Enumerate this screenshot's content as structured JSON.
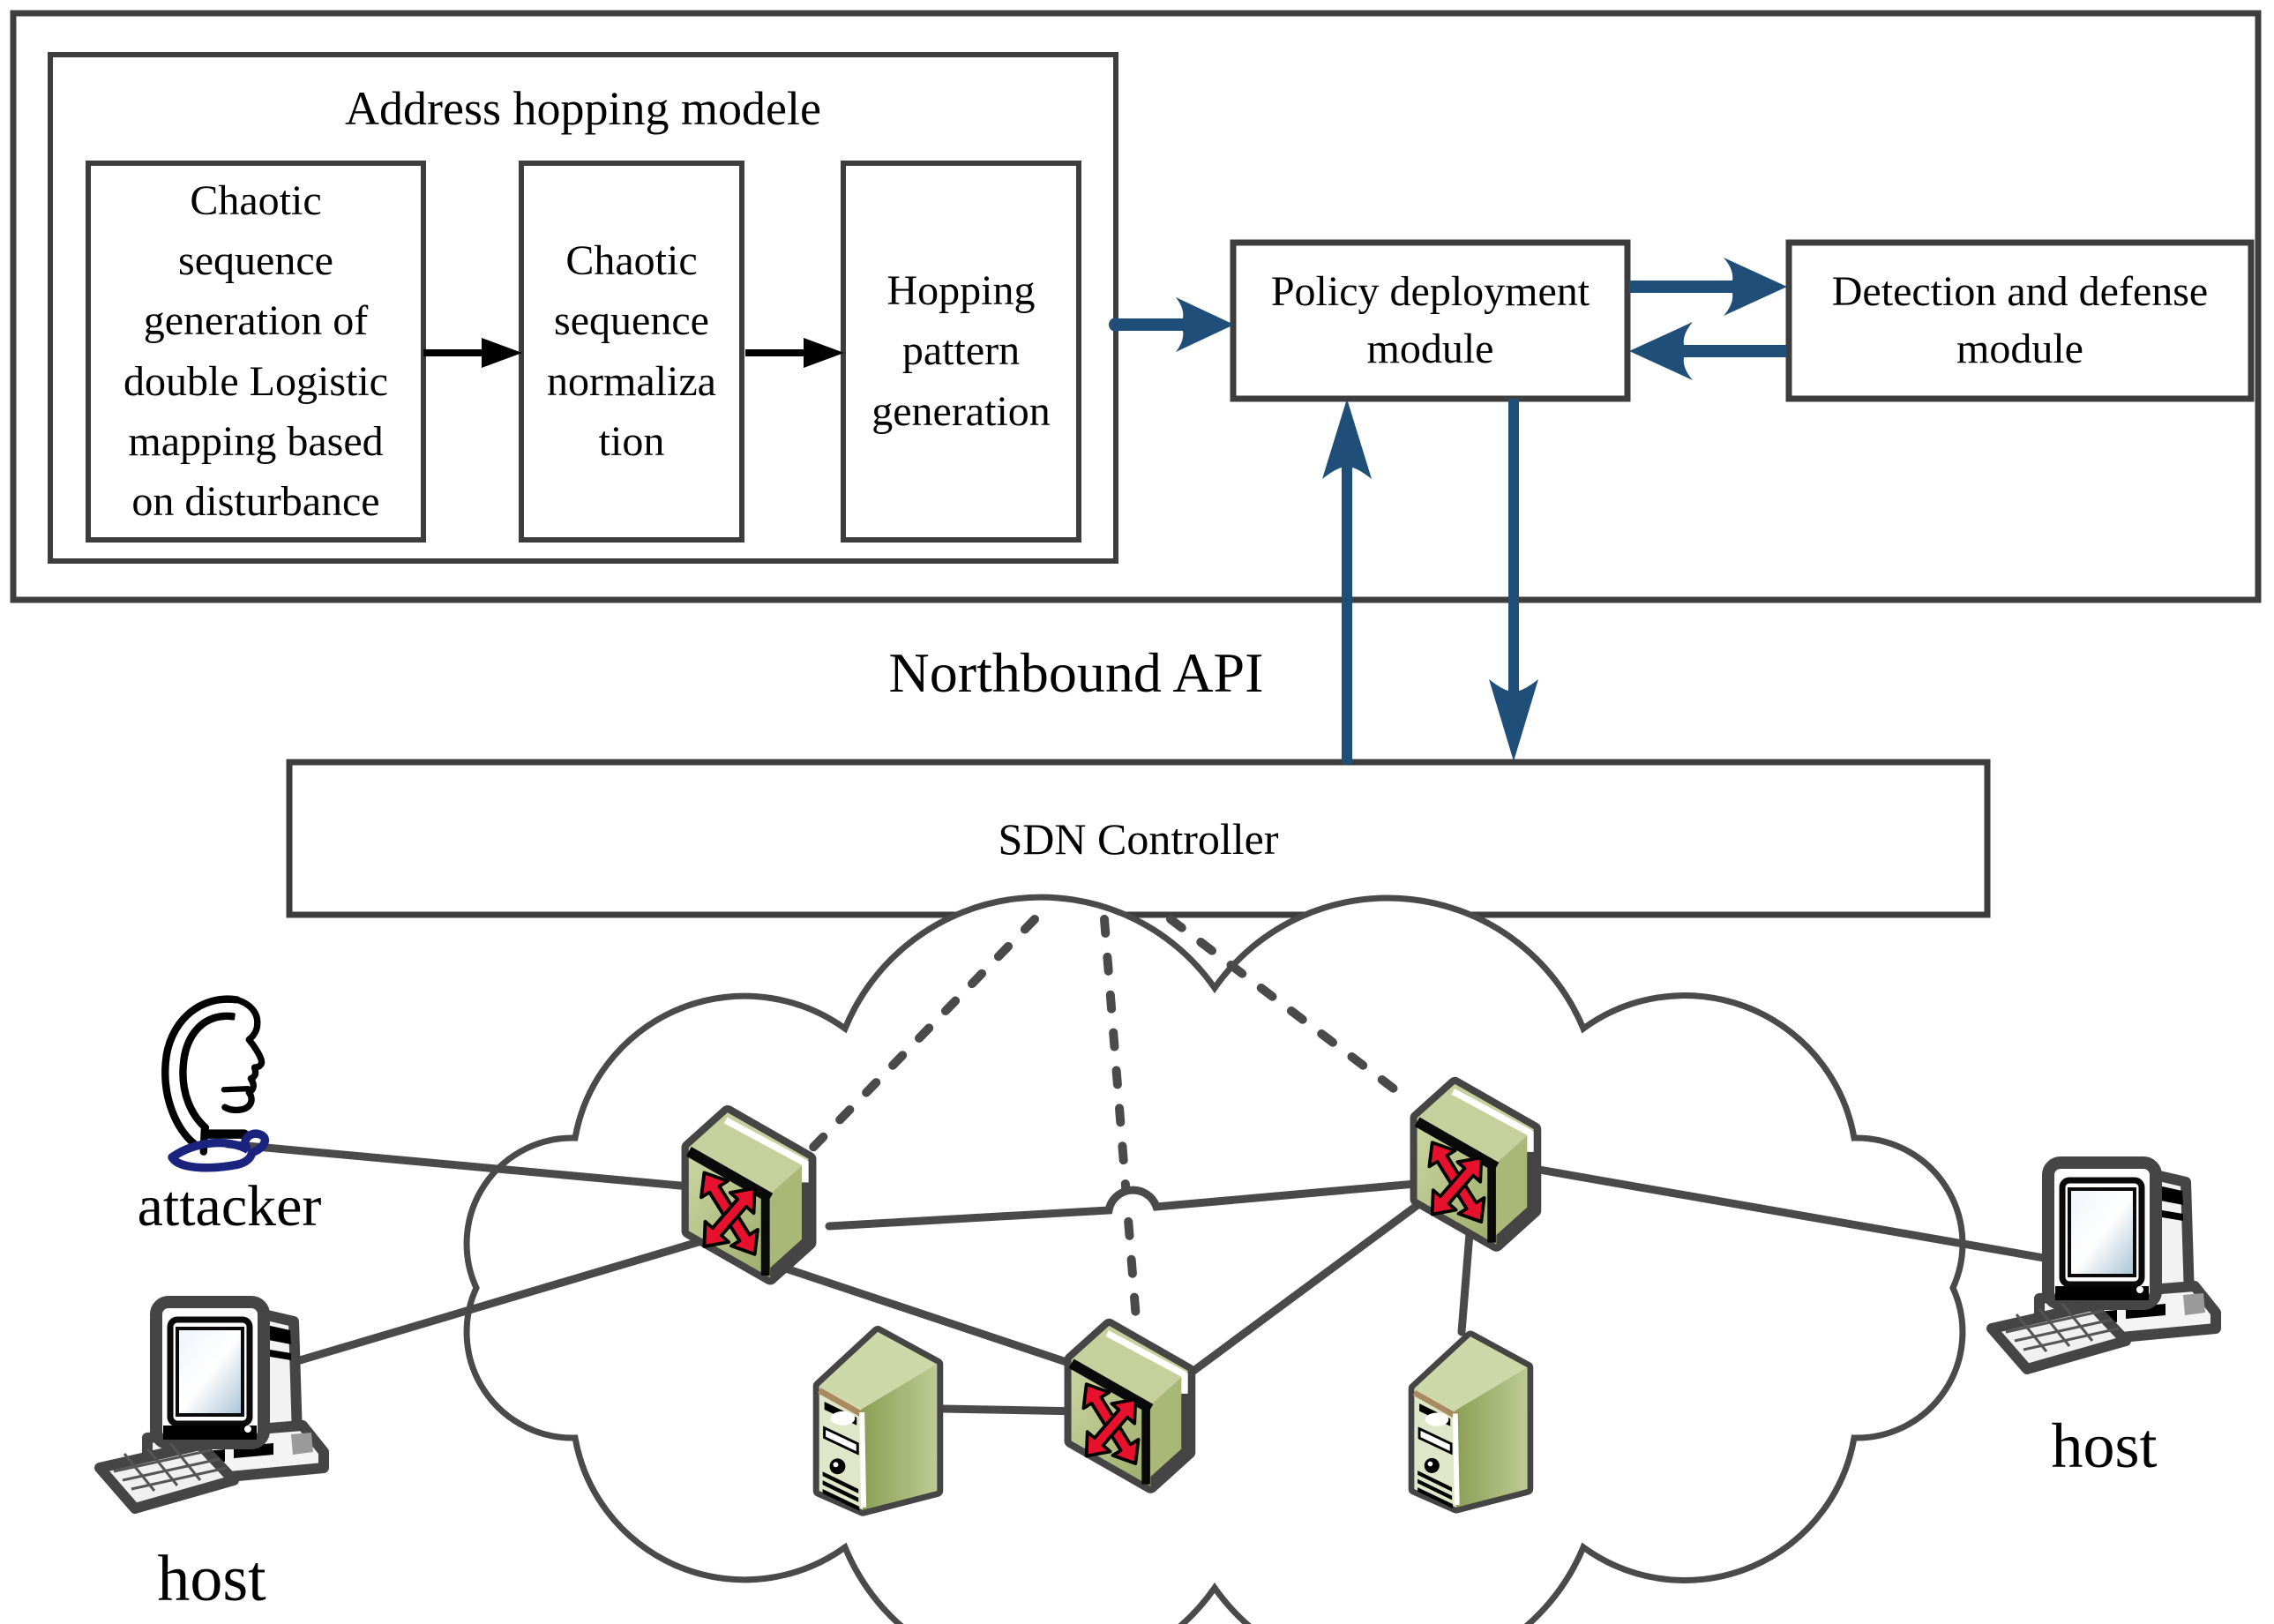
{
  "figure": {
    "title": "Address hopping modele",
    "modules": {
      "chaotic_generation": "Chaotic\nsequence\ngeneration of\ndouble Logistic\nmapping based\non disturbance",
      "chaotic_normalization": "Chaotic\nsequence\nnormaliza\ntion",
      "hopping_pattern": "Hopping\npattern\ngeneration",
      "policy_deployment": "Policy deployment\nmodule",
      "detection_defense": "Detection and defense\nmodule",
      "sdn_controller": "SDN Controller"
    },
    "labels": {
      "northbound_api": "Northbound API",
      "attacker": "attacker",
      "host_left": "host",
      "host_right": "host"
    },
    "icons": {
      "switch": "network-switch-icon",
      "server": "server-icon",
      "host": "desktop-computer-icon",
      "attacker": "attacker-person-icon",
      "cloud": "network-cloud-shape"
    },
    "colors": {
      "arrow_blue": "#1f4e79",
      "outline_gray": "#3f3f3f",
      "line_gray": "#4a4a4a",
      "switch_green": "#aab877",
      "switch_arrow_red": "#e8112d",
      "server_green": "#9cae66",
      "collar_blue": "#1a237e"
    }
  }
}
